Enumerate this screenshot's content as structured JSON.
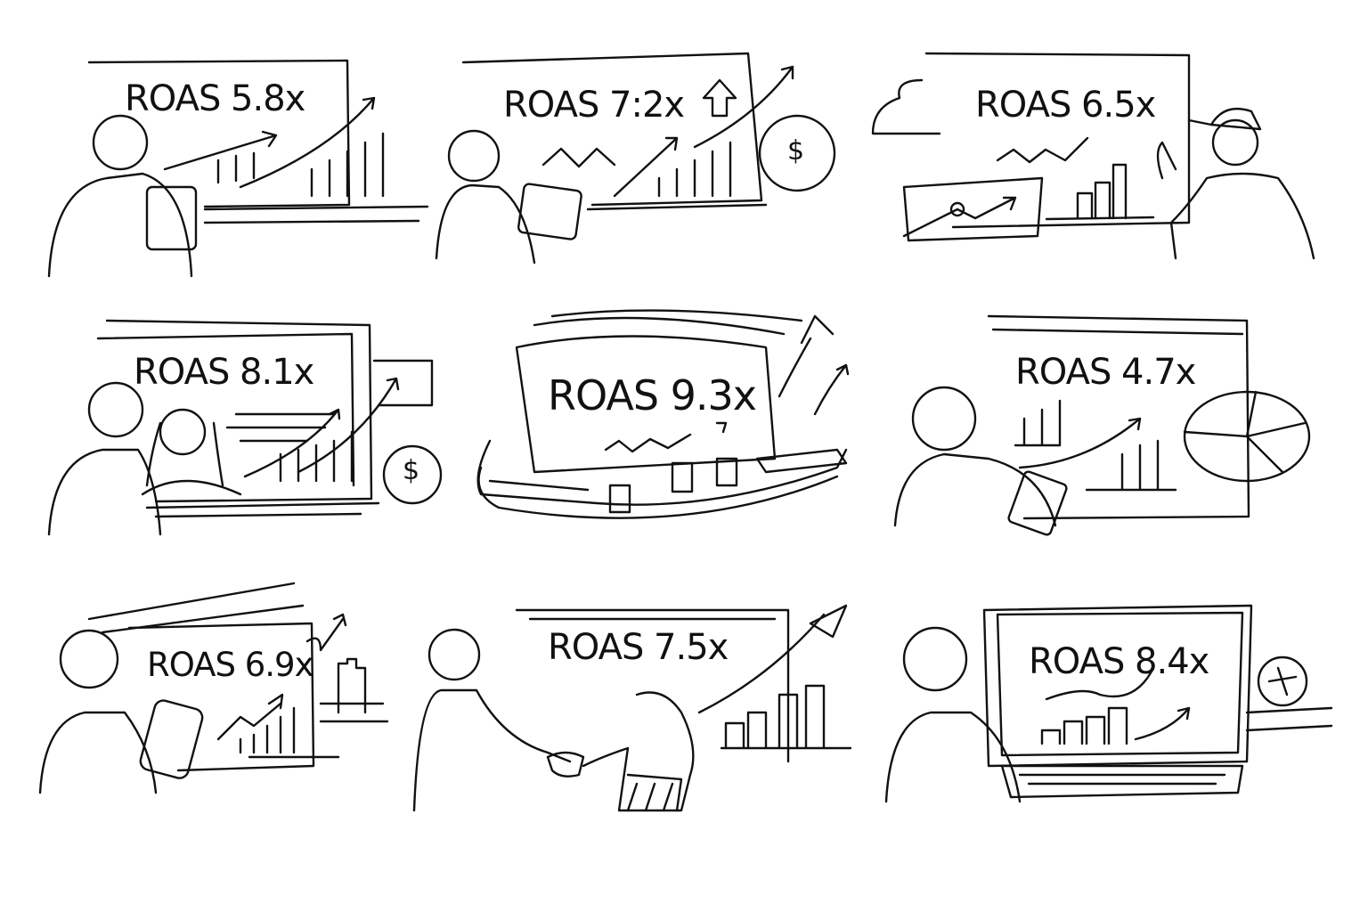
{
  "panels": [
    {
      "label": "ROAS 5.8x",
      "icons": [
        "person",
        "tablet",
        "chart-screen",
        "trend-arrow"
      ]
    },
    {
      "label": "ROAS 7:2x",
      "icons": [
        "person",
        "tablet",
        "chart-screen",
        "up-arrow",
        "dollar-coin"
      ],
      "coin": "$"
    },
    {
      "label": "ROAS 6.5x",
      "icons": [
        "person-cap",
        "chart-screen",
        "line-chart-card"
      ]
    },
    {
      "label": "ROAS 8.1x",
      "icons": [
        "person",
        "woman-video",
        "chart-screen",
        "dollar-coin"
      ],
      "coin": "$"
    },
    {
      "label": "ROAS 9.3x",
      "icons": [
        "curved-screen",
        "up-arrow"
      ]
    },
    {
      "label": "ROAS 4.7x",
      "icons": [
        "person",
        "pie-chart",
        "chart-screen"
      ]
    },
    {
      "label": "ROAS 6.9x",
      "icons": [
        "person",
        "phone",
        "bar-chart"
      ]
    },
    {
      "label": "ROAS 7.5x",
      "icons": [
        "handshake",
        "bar-chart",
        "up-arrow"
      ]
    },
    {
      "label": "ROAS 8.4x",
      "icons": [
        "person",
        "laptop",
        "clock"
      ]
    }
  ]
}
